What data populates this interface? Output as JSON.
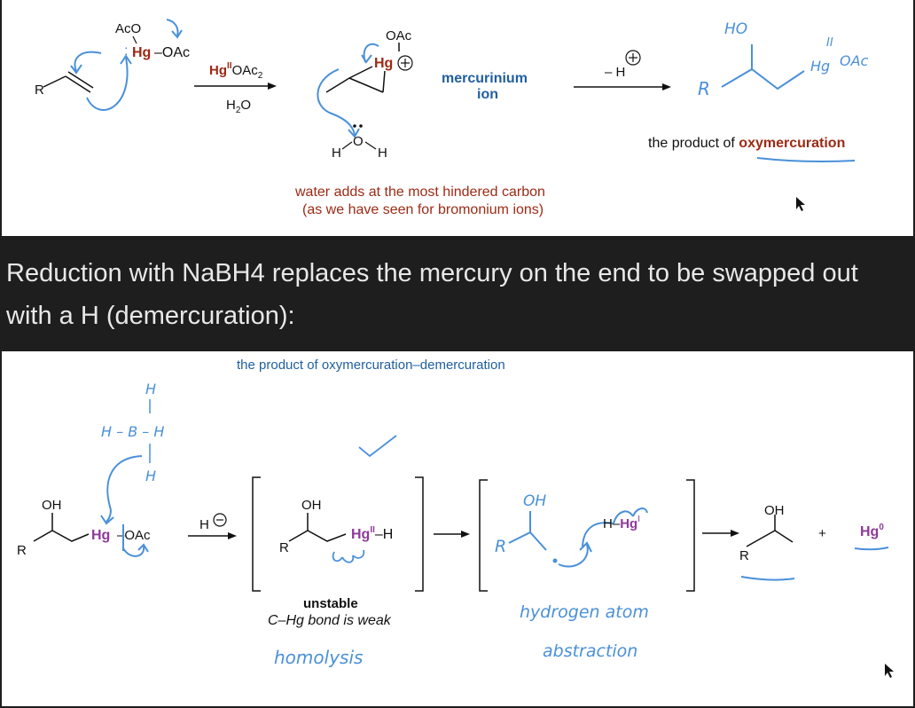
{
  "top": {
    "aco": "AcO",
    "hg": "Hg",
    "dash_oac": "–OAc",
    "r": "R",
    "reagent_hg": "Hg",
    "reagent_ii": "II",
    "reagent_oac": "OAc",
    "reagent_sub2": "2",
    "solvent_h": "H",
    "solvent_sub2": "2",
    "solvent_o": "O",
    "merc_oac": "OAc",
    "merc_hg": "Hg",
    "mercurinium_line1": "mercurinium",
    "mercurinium_line2": "ion",
    "minus_h": "– H",
    "water_h": "H",
    "water_o": "O",
    "water_label_line1": "water adds at the most hindered carbon",
    "water_label_line2": "(as we have seen for bromonium ions)",
    "product_label_prefix": "the product of ",
    "product_label_highlight": "oxymercuration",
    "hw_ho": "HO",
    "hw_r": "R",
    "hw_ii": "II",
    "hw_hg": "Hg",
    "hw_oac": "OAc"
  },
  "caption": "Reduction with NaBH4 replaces the mercury on the end to be swapped out with a H (demercuration):",
  "bottom": {
    "product_title": "the product of oxymercuration–demercuration",
    "oh1": "OH",
    "r1": "R",
    "hg1": "Hg",
    "oac1": "OAc",
    "hydride_h": "H",
    "oh2": "OH",
    "r2": "R",
    "hg2": "Hg",
    "hg2_sup": "II",
    "hg2_h": "–H",
    "unstable": "unstable",
    "weak_bond": "C–Hg bond is weak",
    "hhg_h": "H–",
    "hhg_hg": "Hg",
    "hhg_sup": "I",
    "oh4": "OH",
    "r4": "R",
    "plus": "+",
    "hg0": "Hg",
    "hg0_sup": "0",
    "hw_bh_h_top": "H",
    "hw_bh_row": "H – B – H",
    "hw_bh_h_bottom": "H",
    "hw_oh": "OH",
    "hw_r": "R",
    "hw_homolysis": "homolysis",
    "hw_hat_line1": "hydrogen atom",
    "hw_hat_line2": "abstraction"
  },
  "colors": {
    "ink_blue": "#4a90d9",
    "hg_red": "#9c2a14",
    "label_blue": "#1f5fa0",
    "purple": "#8e3a9a",
    "black": "#111111"
  }
}
